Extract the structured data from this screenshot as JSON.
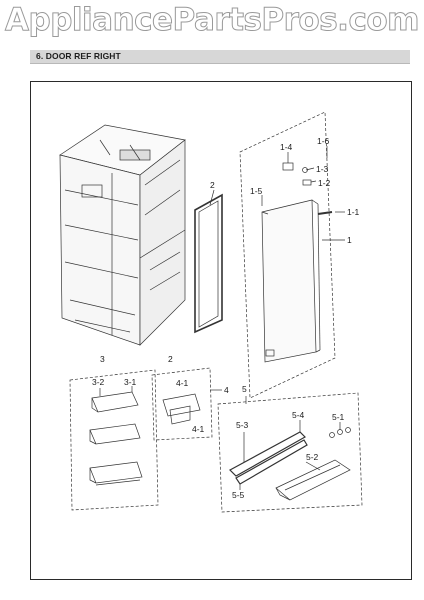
{
  "watermark": "AppliancePartsPros.com",
  "section_title": "6. DOOR REF RIGHT",
  "callouts": {
    "door_gasket": "2",
    "door_handle_group": "1-6",
    "hinge_cap": "1-4",
    "hinge_screw": "1-3",
    "hinge_bushing": "1-2",
    "door_bracket": "1-5",
    "door_cap": "1-1",
    "door_assembly": "1",
    "guard_group": "3",
    "guard_left": "3-2",
    "guard_right": "3-1",
    "shelf_group_top": "2",
    "shelf_group": "4",
    "shelf_upper": "4-1",
    "shelf_lower": "4-1",
    "bin_group": "5",
    "bin_strip_a": "5-3",
    "bin_strip_b": "5-4",
    "bin_clip": "5-1",
    "bin_tray": "5-2",
    "bin_cover": "5-5"
  }
}
